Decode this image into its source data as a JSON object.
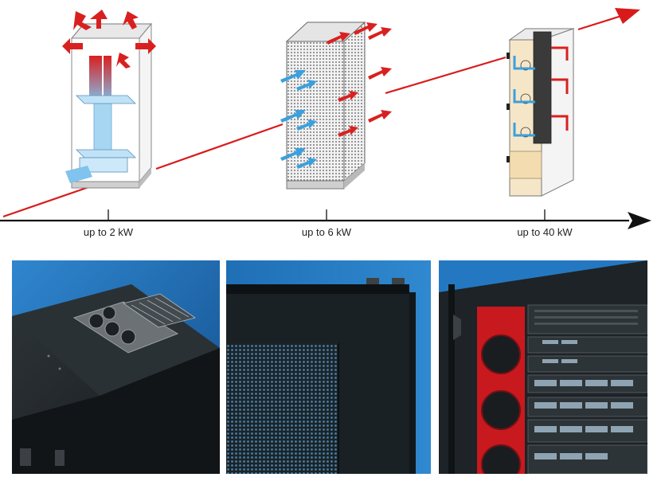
{
  "axis": {
    "ticks": [
      {
        "label": "up to 2 kW"
      },
      {
        "label": "up to 6 kW"
      },
      {
        "label": "up to 40 kW"
      }
    ]
  },
  "illustrations": [
    {
      "name": "cabinet-roof-fan-cooling"
    },
    {
      "name": "cabinet-perforated-door-cooling"
    },
    {
      "name": "cabinet-liquid-cooling-package"
    }
  ],
  "photos": [
    {
      "name": "roof-fan-photo"
    },
    {
      "name": "perforated-door-photo"
    },
    {
      "name": "liquid-cooling-photo"
    }
  ],
  "colors": {
    "trend_arrow": "#d91a1a",
    "axis": "#111111",
    "cold_air": "#3aa0de",
    "hot_air": "#d92020",
    "photo_bg": "#1d6fb8",
    "cooling_unit": "#c8191e"
  }
}
